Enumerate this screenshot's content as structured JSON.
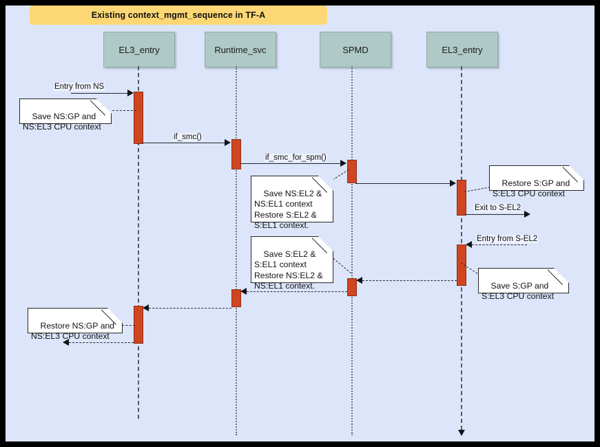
{
  "diagram": {
    "title": "Existing context_mgmt_sequence in TF-A",
    "background_color": "#dce5f9",
    "title_banner_color": "#fcd774",
    "lifeline_head_color": "#afc9c6",
    "activation_color": "#cf4520",
    "type": "uml-sequence-diagram"
  },
  "lifelines": [
    {
      "label": "EL3_entry"
    },
    {
      "label": "Runtime_svc"
    },
    {
      "label": "SPMD"
    },
    {
      "label": "EL3_entry"
    }
  ],
  "messages": [
    {
      "label": "Entry from NS"
    },
    {
      "label": "if_smc()"
    },
    {
      "label": "if_smc_for_spm()"
    },
    {
      "label": "Exit to S-EL2"
    },
    {
      "label": "Entry from S-EL2"
    }
  ],
  "notes": [
    {
      "text": "Save NS:GP and\nNS:EL3 CPU context"
    },
    {
      "text": "Save NS:EL2 &\nNS:EL1 context\nRestore S:EL2 &\nS:EL1 context."
    },
    {
      "text": "Restore S:GP and\nS:EL3 CPU context"
    },
    {
      "text": "Save S:EL2 &\nS:EL1 context\nRestore NS:EL2 &\nNS:EL1 context."
    },
    {
      "text": "Save S:GP and\nS:EL3 CPU context"
    },
    {
      "text": "Restore NS:GP and\nNS:EL3 CPU context"
    }
  ]
}
